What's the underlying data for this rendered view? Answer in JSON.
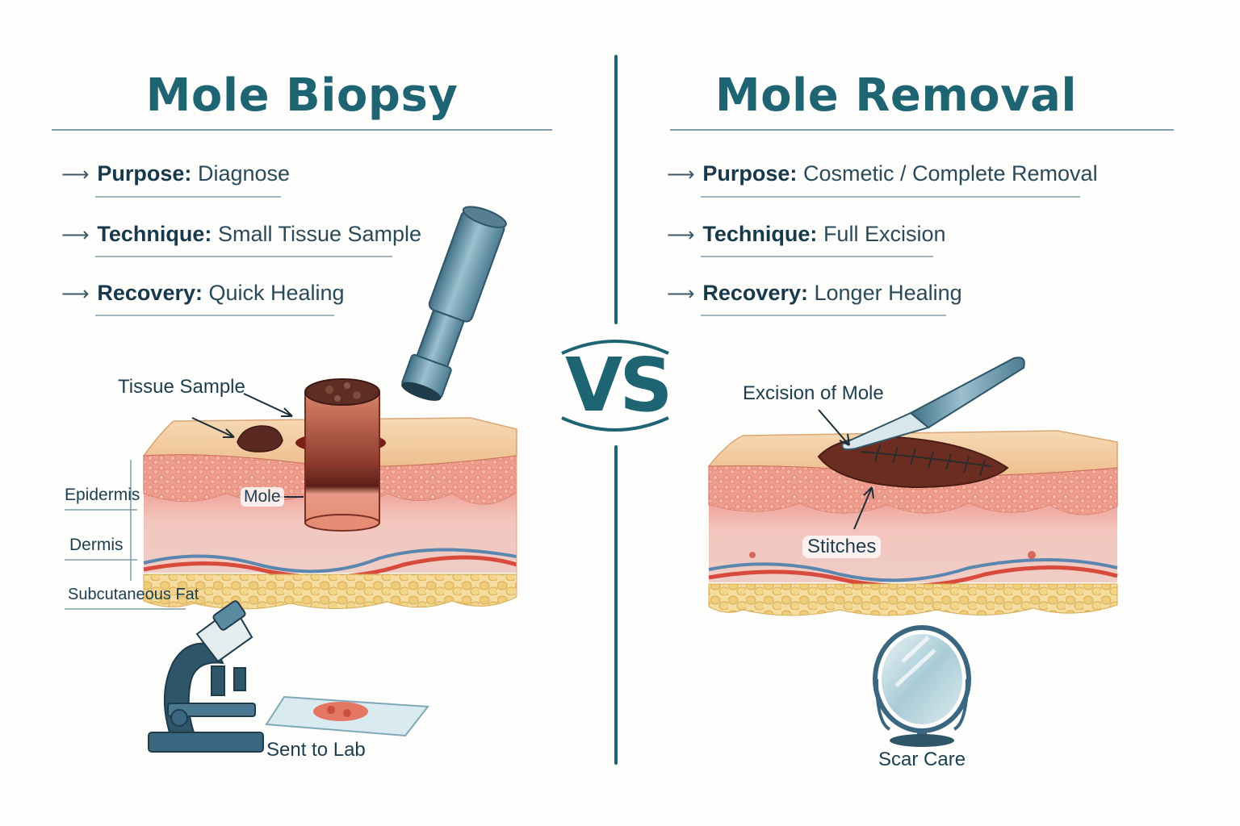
{
  "left": {
    "title": "Mole Biopsy",
    "items": [
      {
        "label": "Purpose:",
        "value": "Diagnose"
      },
      {
        "label": "Technique:",
        "value": "Small Tissue Sample"
      },
      {
        "label": "Recovery:",
        "value": "Quick Healing"
      }
    ],
    "callouts": {
      "tissue_sample": "Tissue Sample",
      "mole": "Mole",
      "sent_to_lab": "Sent to Lab"
    },
    "layers": [
      "Epidermis",
      "Dermis",
      "Subcutaneous Fat"
    ]
  },
  "right": {
    "title": "Mole Removal",
    "items": [
      {
        "label": "Purpose:",
        "value": "Cosmetic / Complete Removal"
      },
      {
        "label": "Technique:",
        "value": "Full Excision"
      },
      {
        "label": "Recovery:",
        "value": "Longer Healing"
      }
    ],
    "callouts": {
      "excision": "Excision of Mole",
      "stitches": "Stitches",
      "scar_care": "Scar Care"
    }
  },
  "vs_label": "VS",
  "colors": {
    "accent": "#1f6473",
    "epidermis": "#f1c89f",
    "dermis": "#eec1b8",
    "fat": "#f3d99a",
    "mole": "#6b2d22"
  },
  "icons": [
    "arrow-right-icon",
    "biopsy-punch-icon",
    "microscope-icon",
    "glass-slide-icon",
    "scalpel-icon",
    "hand-mirror-icon"
  ]
}
